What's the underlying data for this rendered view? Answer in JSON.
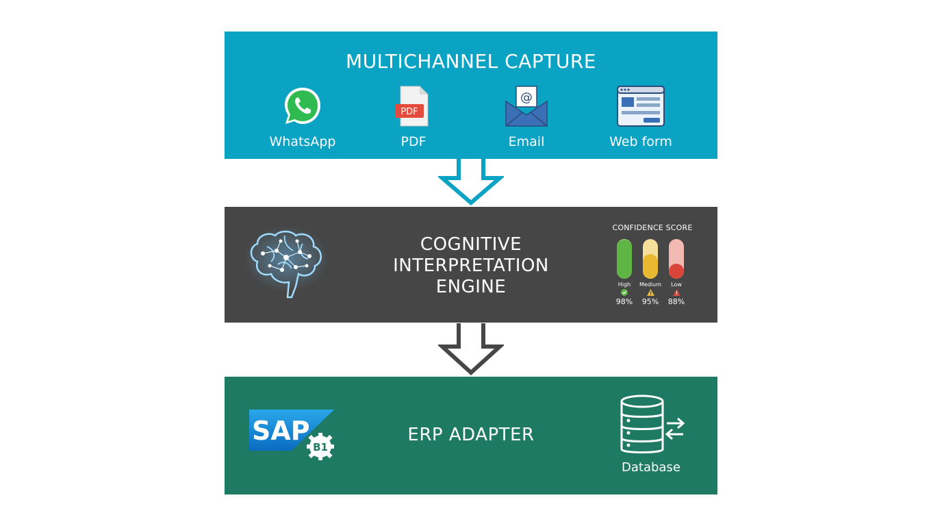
{
  "capture": {
    "title": "MULTICHANNEL CAPTURE",
    "channels": [
      {
        "label": "WhatsApp",
        "icon": "whatsapp-icon"
      },
      {
        "label": "PDF",
        "icon": "pdf-file-icon",
        "badge": "PDF"
      },
      {
        "label": "Email",
        "icon": "email-envelope-icon",
        "badge": "@"
      },
      {
        "label": "Web form",
        "icon": "web-form-icon"
      }
    ]
  },
  "engine": {
    "title_lines": [
      "COGNITIVE",
      "INTERPRETATION",
      "ENGINE"
    ],
    "icon": "brain-network-icon",
    "confidence": {
      "title": "CONFIDENCE SCORE",
      "levels": [
        {
          "label": "High",
          "value_text": "98%",
          "fill": 0.98,
          "color": "#5fb544",
          "track": "#a5d98f",
          "status": "check-icon"
        },
        {
          "label": "Medium",
          "value_text": "95%",
          "fill": 0.62,
          "color": "#e9b931",
          "track": "#f5df9a",
          "status": "warning-icon"
        },
        {
          "label": "Low",
          "value_text": "88%",
          "fill": 0.38,
          "color": "#d9453b",
          "track": "#f2b8b2",
          "status": "alert-icon"
        }
      ]
    }
  },
  "erp": {
    "title": "ERP ADAPTER",
    "logo_text": "SAP",
    "logo_badge": "B1",
    "database_label": "Database"
  },
  "colors": {
    "capture_bg": "#0aa3c4",
    "engine_bg": "#464646",
    "erp_bg": "#1e7a62",
    "arrow_1": "#0aa3c4",
    "arrow_2": "#464646"
  }
}
